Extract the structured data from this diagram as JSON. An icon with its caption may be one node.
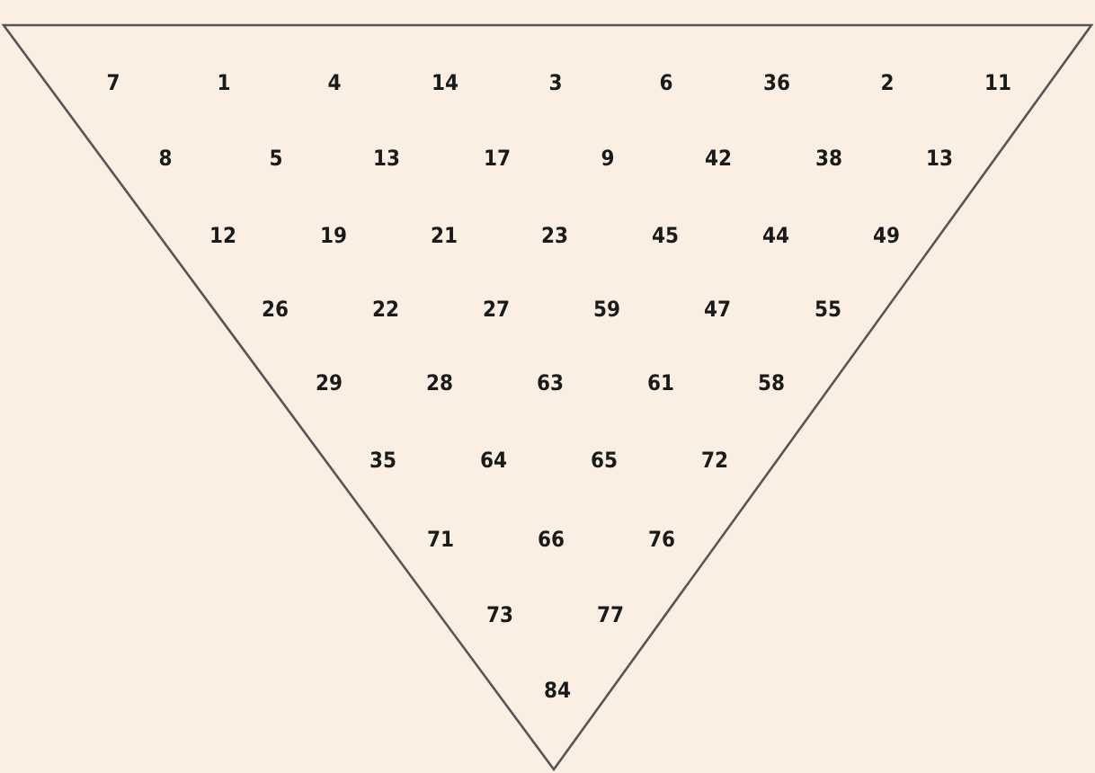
{
  "diagram": {
    "labels": [
      "7",
      "1",
      "4",
      "14",
      "3",
      "6",
      "36",
      "2",
      "11",
      "8",
      "5",
      "13",
      "17",
      "9",
      "42",
      "38",
      "13",
      "12",
      "19",
      "21",
      "23",
      "45",
      "44",
      "49",
      "26",
      "22",
      "27",
      "59",
      "47",
      "55",
      "29",
      "28",
      "63",
      "61",
      "58",
      "35",
      "64",
      "65",
      "72",
      "71",
      "66",
      "76",
      "73",
      "77",
      "84"
    ]
  }
}
